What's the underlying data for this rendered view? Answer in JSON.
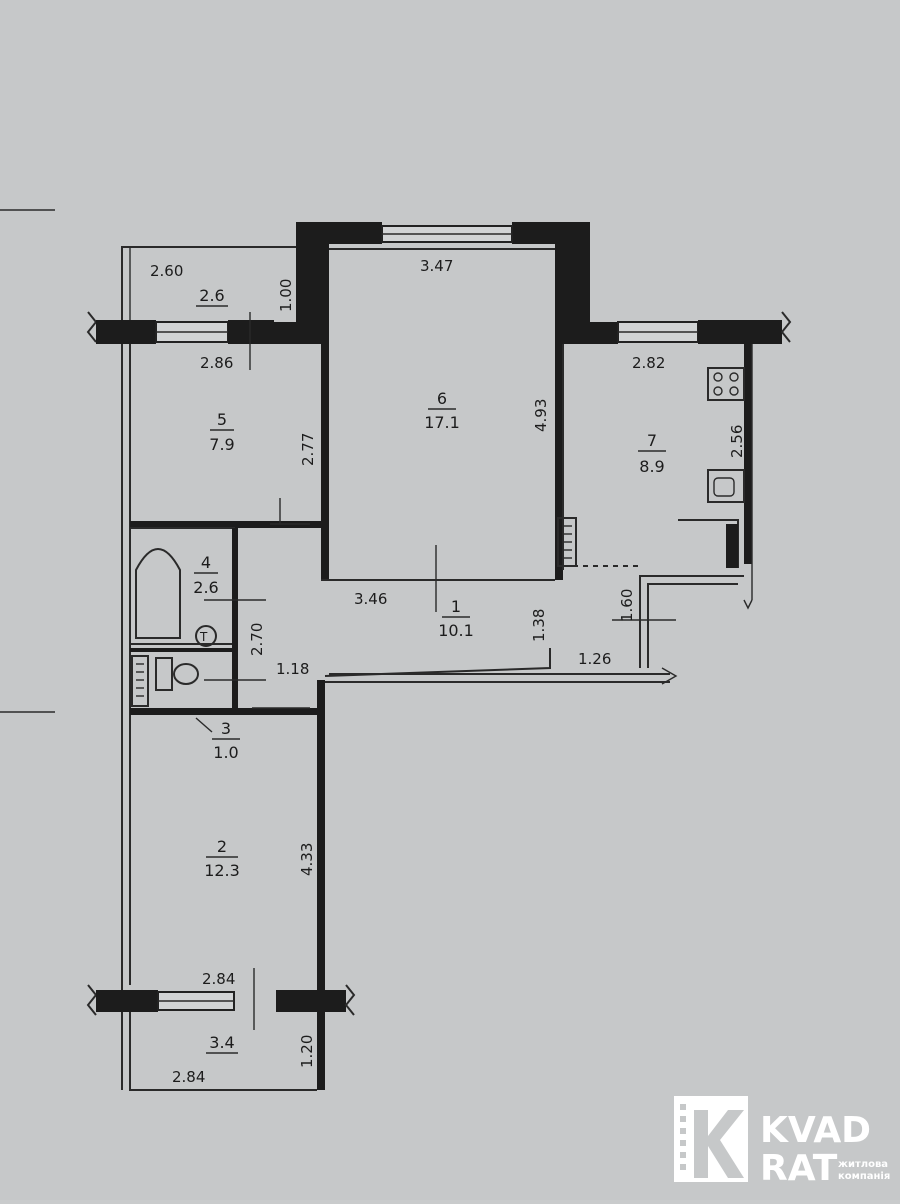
{
  "rooms": [
    {
      "number": "1",
      "area": "10.1"
    },
    {
      "number": "2",
      "area": "12.3"
    },
    {
      "number": "3",
      "area": "1.0"
    },
    {
      "number": "4",
      "area": "2.6"
    },
    {
      "number": "5",
      "area": "7.9"
    },
    {
      "number": "6",
      "area": "17.1"
    },
    {
      "number": "7",
      "area": "8.9"
    }
  ],
  "balconies": {
    "top_area": "2.6",
    "bottom_area": "3.4"
  },
  "dimensions": {
    "top_balcony_width": "2.60",
    "top_balcony_depth": "1.00",
    "room5_width": "2.86",
    "room5_depth": "2.77",
    "room6_width_top": "3.47",
    "room6_depth": "4.93",
    "room6_width_bottom": "3.46",
    "kitchen_width": "2.82",
    "kitchen_depth": "2.56",
    "bath_length": "2.70",
    "hall_depth": "1.38",
    "hall_passage_width": "1.18",
    "corridor_width": "1.26",
    "entry_depth": "1.60",
    "room2_depth": "4.33",
    "room2_width": "2.84",
    "bottom_balcony_depth": "1.20",
    "bottom_balcony_width": "2.84"
  },
  "logo": {
    "line1": "KVAD",
    "line2": "RAT",
    "tagline_1": "житлова",
    "tagline_2": "компанія"
  },
  "icons": [
    "stove-icon",
    "sink-icon",
    "bathtub-icon",
    "toilet-icon",
    "radiator-icon"
  ]
}
